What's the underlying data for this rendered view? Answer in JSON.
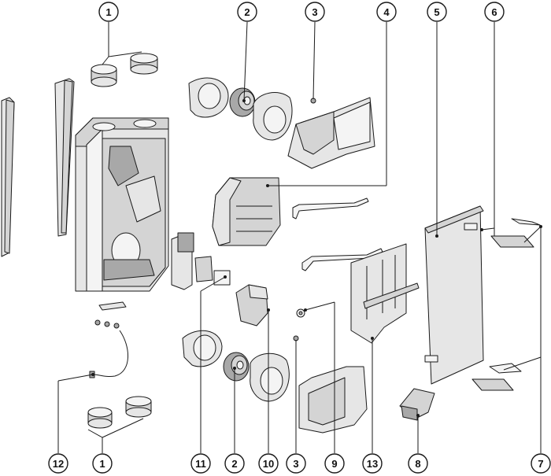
{
  "callouts": {
    "c1_top": "1",
    "c2_top": "2",
    "c3_top": "3",
    "c4": "4",
    "c5": "5",
    "c6": "6",
    "c7": "7",
    "c8": "8",
    "c9": "9",
    "c10": "10",
    "c11": "11",
    "c2_bottom": "2",
    "c1_bottom": "1",
    "c3_bottom": "3",
    "c12": "12",
    "c13": "13"
  }
}
